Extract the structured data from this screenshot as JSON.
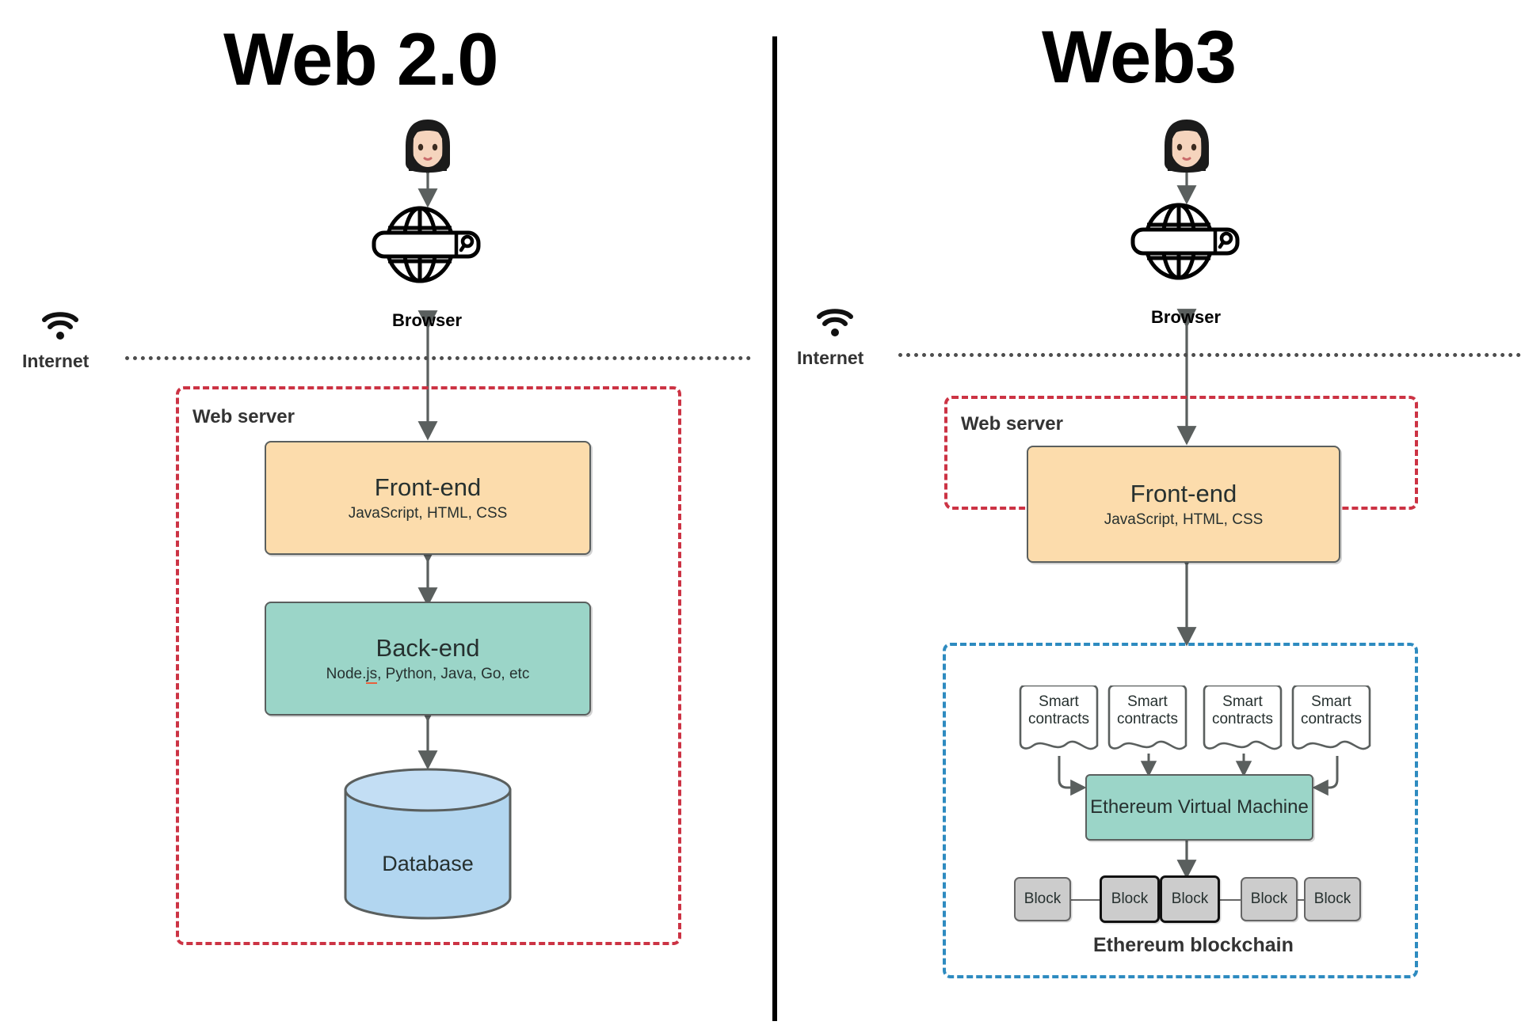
{
  "panels": [
    {
      "id": "web2",
      "title": "Web 2.0",
      "internet_label": "Internet",
      "browser_label": "Browser",
      "user_icon": "person-emoji",
      "browser_icon": "globe-browser-icon",
      "wifi_icon": "wifi-icon",
      "server_box": {
        "label": "Web server",
        "border_color": "#CC3344",
        "border_style": "dashed"
      },
      "nodes": [
        {
          "name": "front-end",
          "title": "Front-end",
          "subtitle": "JavaScript, HTML, CSS",
          "color": "#FCDCAC"
        },
        {
          "name": "back-end",
          "title": "Back-end",
          "subtitle_prefix": "Node.",
          "subtitle_misspelled": "js",
          "subtitle_suffix": ", Python, Java, Go, etc",
          "color": "#9BD5C8"
        },
        {
          "name": "database",
          "title": "Database",
          "color": "#B2D6F0"
        }
      ]
    },
    {
      "id": "web3",
      "title": "Web3",
      "internet_label": "Internet",
      "browser_label": "Browser",
      "user_icon": "person-emoji",
      "browser_icon": "globe-browser-icon",
      "wifi_icon": "wifi-icon",
      "server_box": {
        "label": "Web server",
        "border_color": "#CC3344",
        "border_style": "dashed"
      },
      "chain_box": {
        "border_color": "#2E8BC0",
        "border_style": "dashed",
        "chain_label": "Ethereum blockchain"
      },
      "nodes": [
        {
          "name": "front-end",
          "title": "Front-end",
          "subtitle": "JavaScript, HTML, CSS",
          "color": "#FCDCAC"
        },
        {
          "name": "evm",
          "title": "Ethereum Virtual Machine",
          "color": "#9BD5C8"
        }
      ],
      "smart_contracts": [
        {
          "line1": "Smart",
          "line2": "contracts"
        },
        {
          "line1": "Smart",
          "line2": "contracts"
        },
        {
          "line1": "Smart",
          "line2": "contracts"
        },
        {
          "line1": "Smart",
          "line2": "contracts"
        }
      ],
      "blocks": [
        {
          "label": "Block",
          "highlighted": false
        },
        {
          "label": "Block",
          "highlighted": true
        },
        {
          "label": "Block",
          "highlighted": true
        },
        {
          "label": "Block",
          "highlighted": false
        },
        {
          "label": "Block",
          "highlighted": false
        }
      ]
    }
  ],
  "colors": {
    "orange": "#FCDCAC",
    "teal": "#9BD5C8",
    "db_blue": "#B2D6F0",
    "block_grey": "#CCCCCC",
    "red_dash": "#CC3344",
    "blue_dash": "#2E8BC0",
    "stroke": "#5A5F5E",
    "arrow": "#5A5F5E",
    "divider": "#000000"
  }
}
